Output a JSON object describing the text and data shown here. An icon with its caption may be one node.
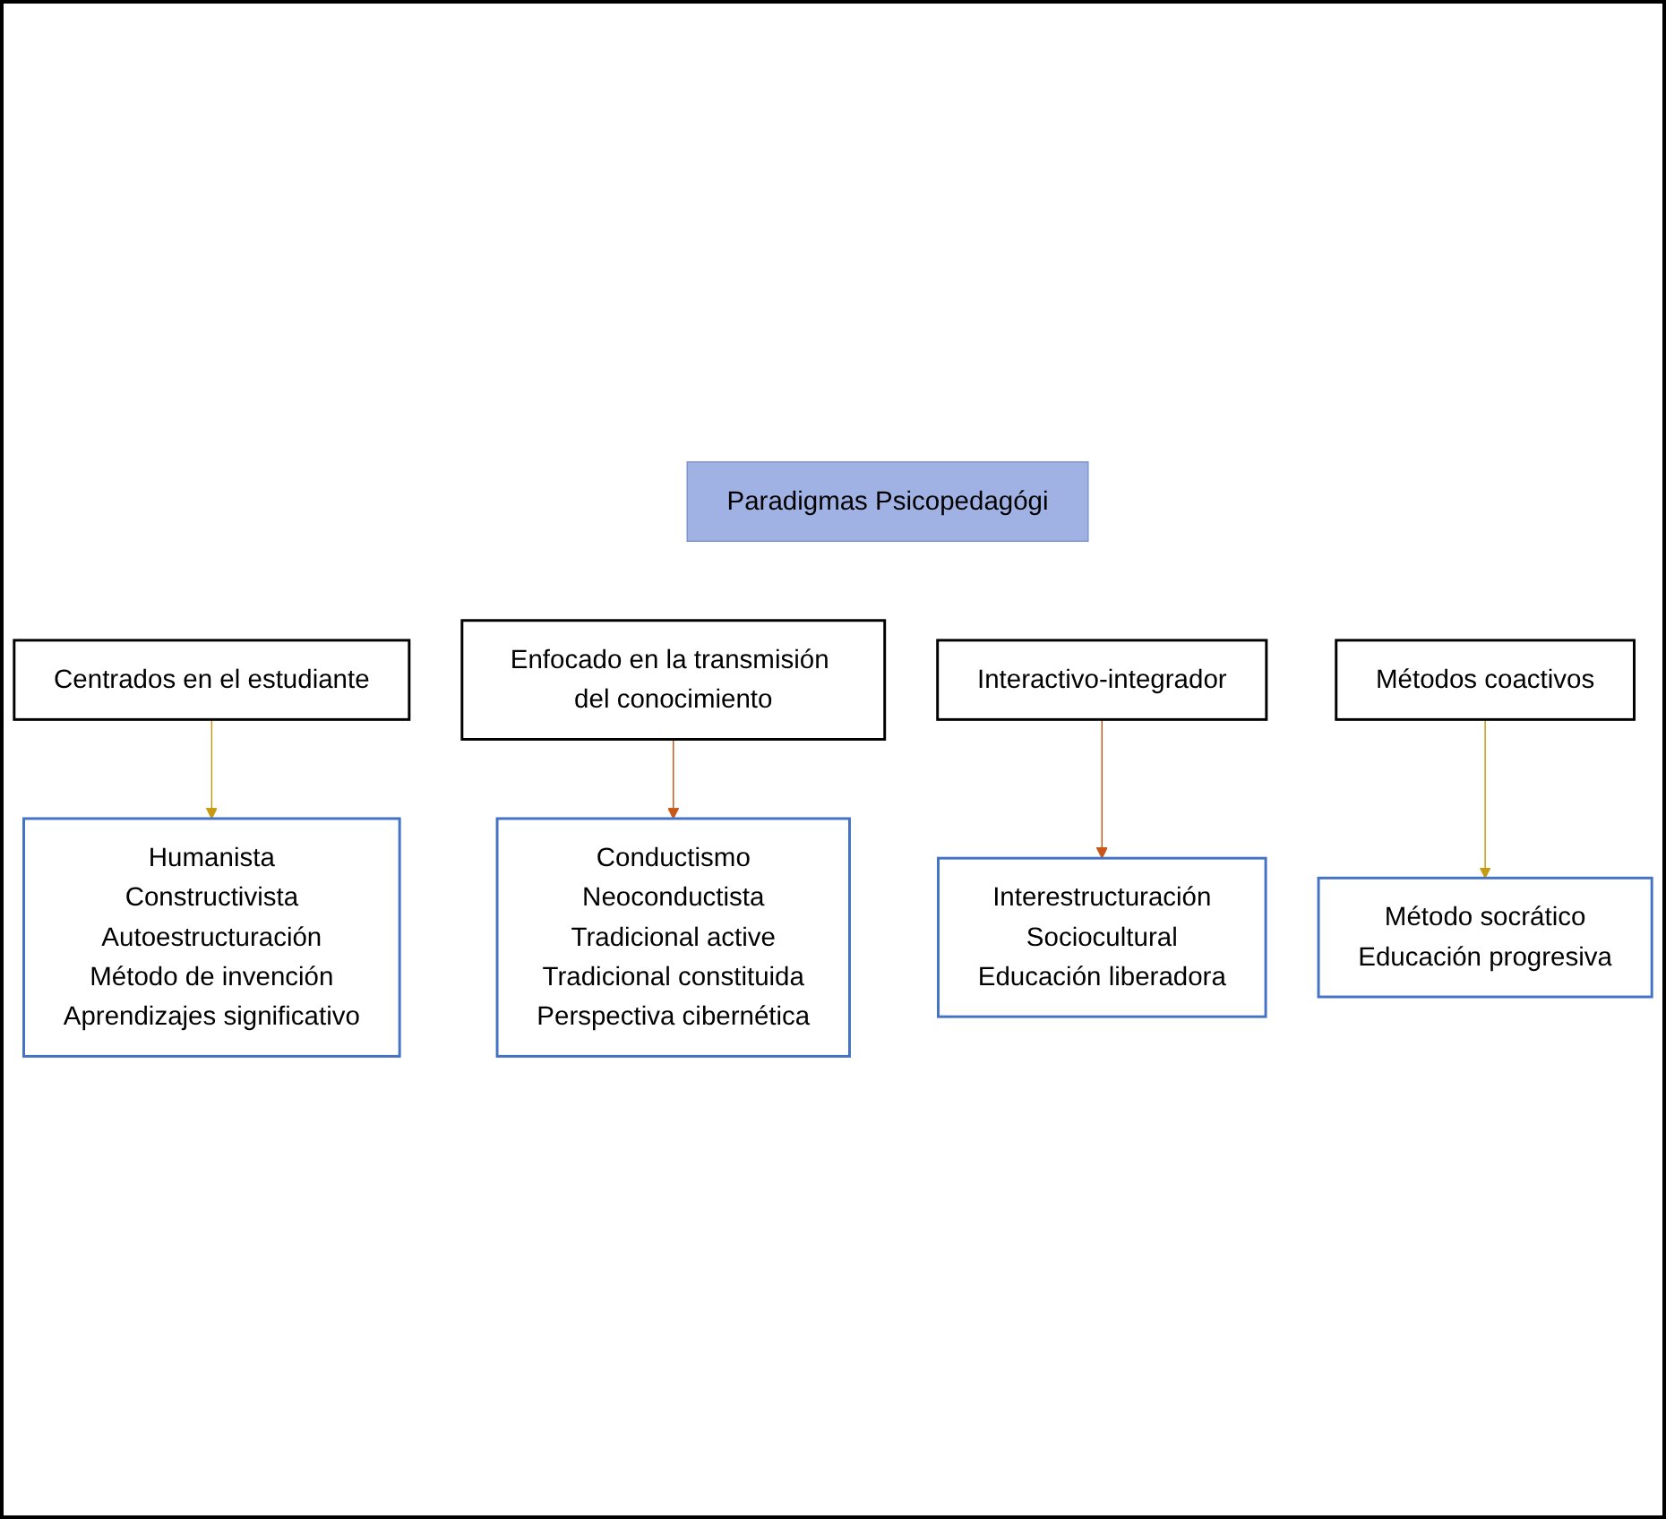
{
  "diagram": {
    "nodes": [
      {
        "text": [
          "Humanista",
          "Constructivista",
          "Autoestructuración",
          "Método de invención",
          "Aprendizajes significativo"
        ]
      },
      {
        "text": [
          "Conductismo",
          "Neoconductista",
          "Tradicional active",
          "Tradicional constituida",
          "Perspectiva cibernética"
        ]
      },
      {
        "text": [
          "Centrados en el estudiante"
        ]
      },
      {
        "text": [
          "Enfocado en la transmisión del conocimiento"
        ]
      },
      {
        "text": [
          "Paradigmas Psicopedagógi"
        ]
      },
      {
        "text": [
          "Interactivo-integrador"
        ]
      },
      {
        "text": [
          "Métodos coactivos"
        ]
      },
      {
        "text": [
          "Interestructuración",
          "Sociocultural",
          "Educación liberadora"
        ]
      },
      {
        "text": [
          "Método socrático",
          "Educación progresiva"
        ]
      }
    ],
    "edges": [
      {
        "from": 2,
        "to": 0,
        "arrow": "to",
        "color": "#c89a12"
      },
      {
        "from": 3,
        "to": 1,
        "arrow": "to",
        "color": "#c8581a"
      },
      {
        "from": 5,
        "to": 7,
        "arrow": "to",
        "color": "#c8581a"
      },
      {
        "from": 6,
        "to": 8,
        "arrow": "to",
        "color": "#c89a12"
      }
    ]
  }
}
